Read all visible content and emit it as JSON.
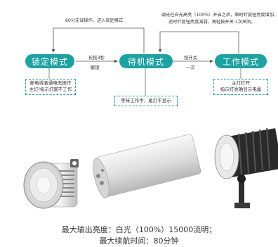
{
  "modes": {
    "lock": "锁定模式",
    "standby": "待机模式",
    "work": "工作模式"
  },
  "top_notes": {
    "auto_lock": "60分无误操作，进入锁定模式",
    "dimming_line1": "调光在白光高亮（100%）开启之后，顺时针旋钮亮度增加，",
    "dimming_line2": "逆时针旋钮亮度减弱，再轻按开关 1次关闭。"
  },
  "arrow_labels": {
    "lock_to_standby_1": "长按3秒",
    "lock_to_standby_2": "解锁",
    "standby_to_work_1": "按开关",
    "standby_to_work_2": "一次"
  },
  "boxes": {
    "lock_line1": "断电或者通电无操作",
    "lock_line2": "主灯/指示灯都不工作",
    "standby": "等待工作中，尾灯不显示",
    "work_line1": "主灯打开",
    "work_line2": "指示灯准确显示电量"
  },
  "caption": {
    "line1": "最大输出亮度：白光（100%）15000流明；",
    "line2": "最大续航时间：80分钟"
  },
  "colors": {
    "accent": "#1aa3a3",
    "text": "#333333",
    "product_body": "#2a2a2a"
  }
}
